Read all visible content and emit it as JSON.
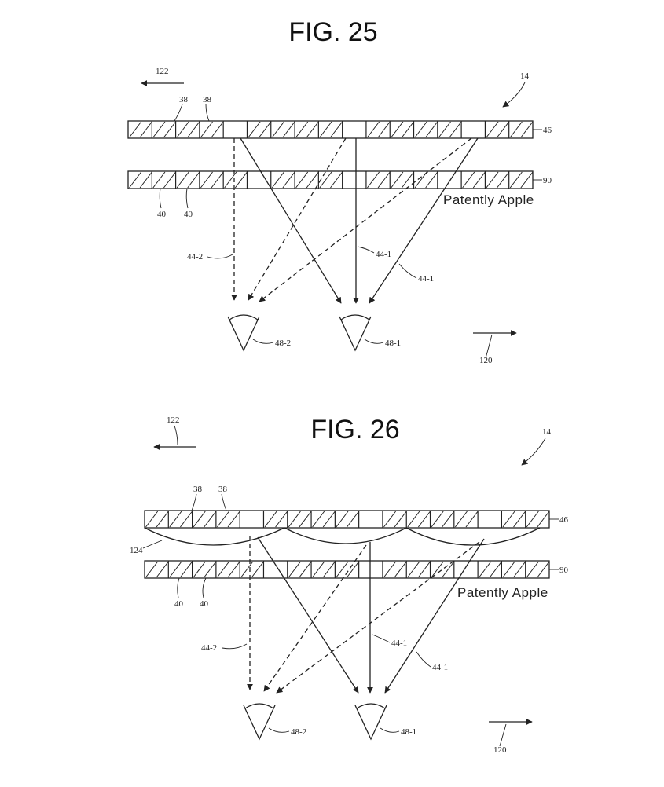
{
  "fig25": {
    "title": "FIG. 25",
    "watermark": "Patently Apple",
    "labels": {
      "arrow_left": "122",
      "arrow_right": "120",
      "device": "14",
      "pixel_a": "38",
      "pixel_b": "38",
      "layer_top": "46",
      "layer_bottom": "90",
      "shutter_a": "40",
      "shutter_b": "40",
      "ray_dashed": "44-2",
      "ray_solid_a": "44-1",
      "ray_solid_b": "44-1",
      "eye_left": "48-2",
      "eye_right": "48-1"
    }
  },
  "fig26": {
    "title": "FIG. 26",
    "watermark": "Patently Apple",
    "labels": {
      "arrow_left": "122",
      "arrow_right": "120",
      "device": "14",
      "pixel_a": "38",
      "pixel_b": "38",
      "lens_array": "124",
      "layer_top": "46",
      "layer_bottom": "90",
      "shutter_a": "40",
      "shutter_b": "40",
      "ray_dashed": "44-2",
      "ray_solid_a": "44-1",
      "ray_solid_b": "44-1",
      "eye_left": "48-2",
      "eye_right": "48-1"
    }
  },
  "colors": {
    "ink": "#222222",
    "paper": "#ffffff"
  }
}
